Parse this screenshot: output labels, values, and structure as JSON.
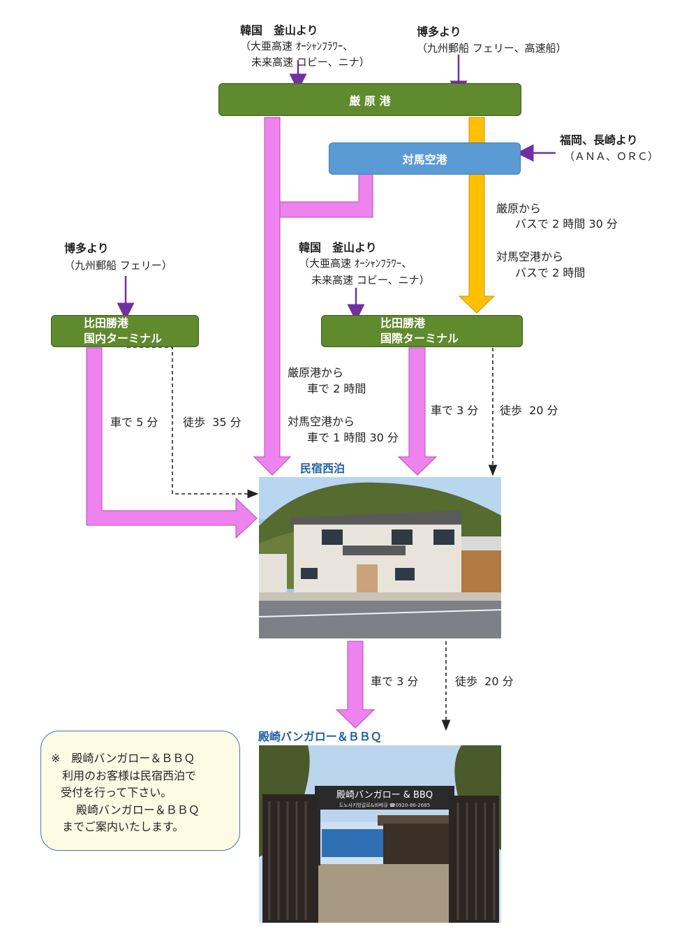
{
  "nodes": {
    "izuhara_port": "厳 原 港",
    "tsushima_airport": "対馬空港",
    "hitakatsu_domestic_line1": "比田勝港",
    "hitakatsu_domestic_line2": "国内ターミナル",
    "hitakatsu_intl_line1": "比田勝港",
    "hitakatsu_intl_line2": "国際ターミナル"
  },
  "origins": {
    "korea_top_title": "韓国　釜山より",
    "korea_top_line1": "（大亜高速 ｵｰｼｬﾝﾌﾗﾜｰ、",
    "korea_top_line2": "未来高速 コビー、ニナ）",
    "hakata_top_title": "博多より",
    "hakata_top_line1": "（九州郵船 フェリー、高速船）",
    "fukuoka_title": "福岡、長崎より",
    "fukuoka_line1": "（ＡＮＡ、ＯＲＣ）",
    "hakata_left_title": "博多より",
    "hakata_left_line1": "（九州郵船 フェリー）",
    "korea_mid_title": "韓国　釜山より",
    "korea_mid_line1": "（大亜高速 ｵｰｼｬﾝﾌﾗﾜｰ、",
    "korea_mid_line2": "未来高速 コビー、ニナ）"
  },
  "routes": {
    "bus_izuhara_1": "厳原から",
    "bus_izuhara_2": "バスで 2 時間 30 分",
    "bus_airport_1": "対馬空港から",
    "bus_airport_2": "バスで 2 時間",
    "car_izuhara_1": "厳原港から",
    "car_izuhara_2": "車で 2 時間",
    "car_airport_1": "対馬空港から",
    "car_airport_2": "車で 1 時間 30 分",
    "domestic_car": "車で 5 分",
    "domestic_walk": "徒歩  35 分",
    "intl_car": "車で 3 分",
    "intl_walk": "徒歩  20 分",
    "minshuku_car": "車で 3 分",
    "minshuku_walk": "徒歩  20 分"
  },
  "destinations": {
    "minshuku_caption": "民宿西泊",
    "bungalow_caption": "殿崎バンガロー＆ＢＢＱ",
    "bungalow_sign_line1": "殿崎バンガロー & BBQ",
    "bungalow_sign_line2": "도노사키방갈로&바베큐  ☎0920-86-2685"
  },
  "note": {
    "line1": "※　殿崎バンガロー＆ＢＢＱ",
    "line2": "利用のお客様は民宿西泊で",
    "line3": "受付を行って下さい。",
    "line4": "殿崎バンガロー＆ＢＢＱ",
    "line5": "までご案内いたします。"
  },
  "colors": {
    "port_green": "#5f8a2d",
    "airport_blue": "#5b9bd5",
    "car_route_pink": "#ee82ee",
    "bus_route_yellow": "#ffc000",
    "origin_arrow_purple": "#7030a0",
    "caption_blue": "#1f5fa6"
  }
}
